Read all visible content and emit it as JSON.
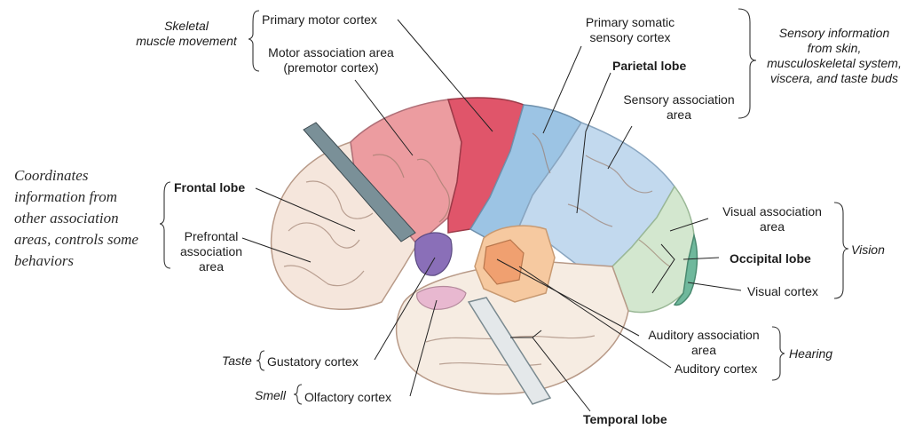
{
  "labels": {
    "skeletal": "Skeletal\nmuscle movement",
    "primary_motor": "Primary motor cortex",
    "motor_assoc": "Motor association area\n(premotor cortex)",
    "primary_somatic": "Primary somatic\nsensory cortex",
    "parietal": "Parietal lobe",
    "sensory_assoc": "Sensory association\narea",
    "sensory_info": "Sensory information\nfrom skin,\nmusculoskeletal system,\nviscera, and taste buds",
    "coordinates": "Coordinates\ninformation from\nother association\nareas, controls some\nbehaviors",
    "frontal": "Frontal lobe",
    "prefrontal": "Prefrontal\nassociation\narea",
    "visual_assoc": "Visual association\narea",
    "occipital": "Occipital lobe",
    "visual_cortex": "Visual cortex",
    "vision": "Vision",
    "auditory_assoc": "Auditory association\narea",
    "auditory_cortex": "Auditory cortex",
    "hearing": "Hearing",
    "taste": "Taste",
    "gustatory": "Gustatory cortex",
    "smell": "Smell",
    "olfactory": "Olfactory cortex",
    "temporal": "Temporal lobe"
  },
  "colors": {
    "frontal": "#f5e6dc",
    "motor_assoc": "#ec9ca0",
    "primary_motor": "#e0556a",
    "somatic": "#9cc4e4",
    "sensory_assoc": "#c2d9ee",
    "visual_assoc": "#d3e7cf",
    "visual_cortex": "#6fb89c",
    "auditory_assoc": "#f6c9a0",
    "auditory": "#f0a070",
    "gustatory": "#8a6fb8",
    "olfactory": "#e8b8d0",
    "temporal": "#f6ece2"
  }
}
